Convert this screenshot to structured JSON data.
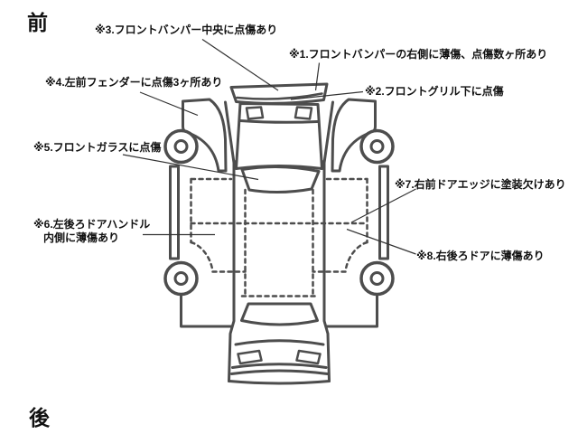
{
  "page": {
    "front_label": "前",
    "rear_label": "後"
  },
  "colors": {
    "outline": "#4d4d4d",
    "leader": "#333333",
    "text": "#111111",
    "background": "#ffffff"
  },
  "annotations": [
    {
      "id": "1",
      "text": "※1.フロントバンパーの右側に薄傷、点傷数ヶ所あり"
    },
    {
      "id": "2",
      "text": "※2.フロントグリル下に点傷"
    },
    {
      "id": "3",
      "text": "※3.フロントバンパー中央に点傷あり"
    },
    {
      "id": "4",
      "text": "※4.左前フェンダーに点傷3ヶ所あり"
    },
    {
      "id": "5",
      "text": "※5.フロントガラスに点傷"
    },
    {
      "id": "6",
      "line1": "※6.左後ろドアハンドル",
      "line2": "内側に薄傷あり"
    },
    {
      "id": "7",
      "text": "※7.右前ドアエッジに塗装欠けあり"
    },
    {
      "id": "8",
      "text": "※8.右後ろドアに薄傷あり"
    }
  ]
}
